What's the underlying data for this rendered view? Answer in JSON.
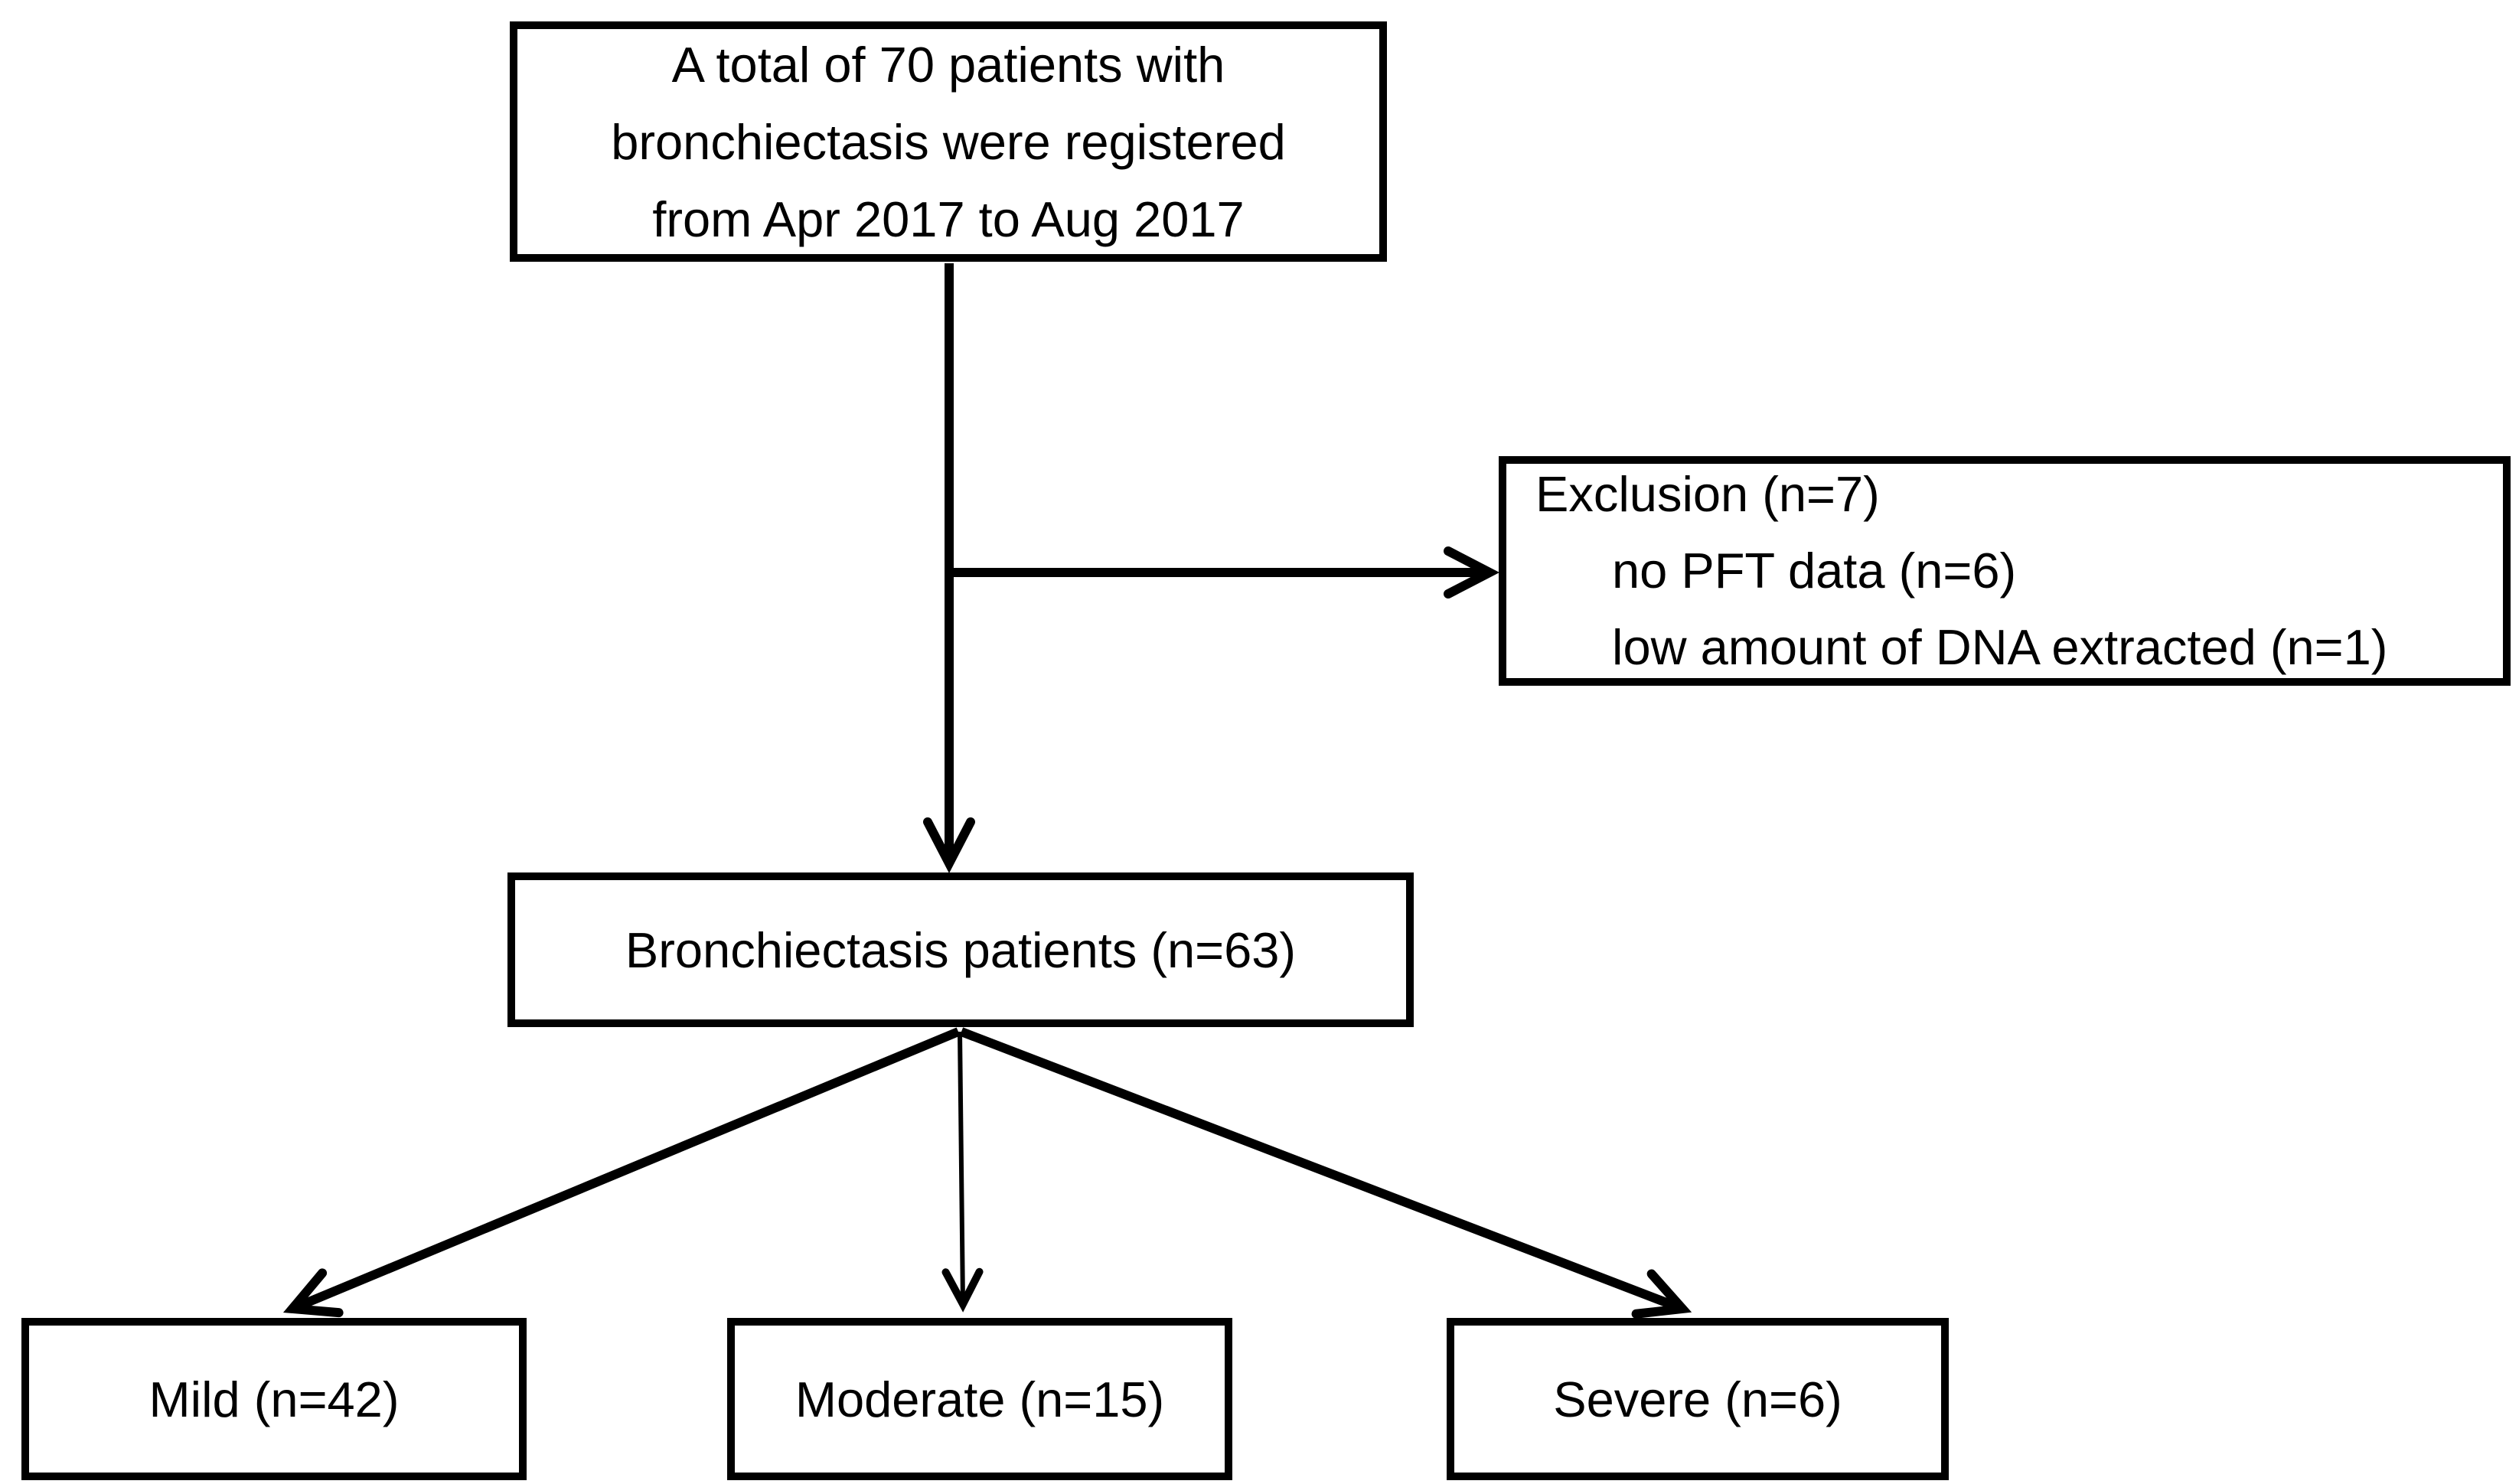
{
  "diagram": {
    "background_color": "#ffffff",
    "stroke_color": "#000000",
    "boxes": {
      "registered": {
        "lines": [
          "A total of 70 patients with",
          "bronchiectasis were registered",
          "from Apr 2017 to Aug 2017"
        ]
      },
      "exclusion": {
        "title": "Exclusion (n=7)",
        "items": [
          "no PFT data (n=6)",
          "low amount of DNA extracted (n=1)"
        ]
      },
      "included": {
        "label": "Bronchiectasis patients (n=63)"
      },
      "severity_groups": [
        {
          "label": "Mild (n=42)"
        },
        {
          "label": "Moderate (n=15)"
        },
        {
          "label": "Severe (n=6)"
        }
      ]
    }
  }
}
